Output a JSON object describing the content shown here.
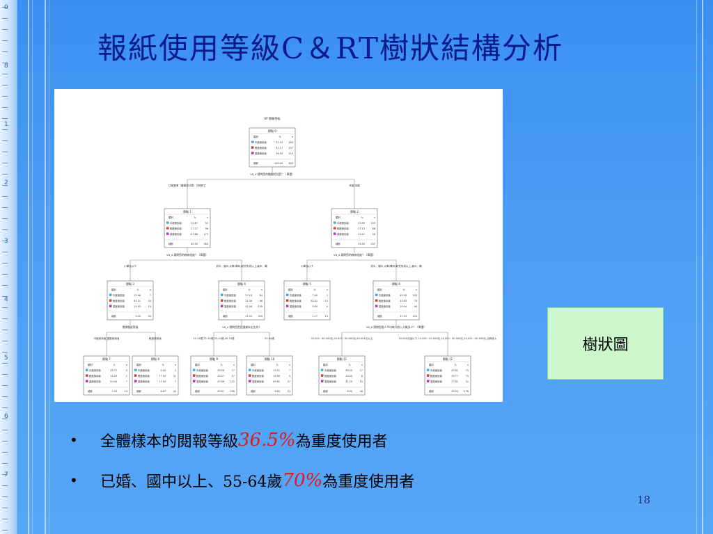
{
  "slide": {
    "title": "報紙使用等級C＆RT樹狀結構分析",
    "label_box": "樹狀圖",
    "page_number": "18",
    "ruler_numbers": [
      "0",
      "8",
      "1",
      "2",
      "3",
      "4",
      "5",
      "6",
      "7"
    ]
  },
  "bullets": [
    {
      "marker": "•",
      "prefix": "全體樣本的閱報等級",
      "highlight": "36.5%",
      "suffix": "為重度使用者"
    },
    {
      "marker": "•",
      "prefix": "已婚、國中以上、55-64歲",
      "highlight": "70%",
      "suffix": "為重度使用者"
    }
  ],
  "legend_colors": {
    "light": "#3fa6e0",
    "medium": "#d63b3b",
    "heavy": "#c026c0"
  },
  "tree": {
    "nodes": [
      {
        "id": 0,
        "title": "節點 0",
        "rows": [
          [
            "中度使用者",
            "32.33",
            "164"
          ],
          [
            "輕度使用者",
            "31.17",
            "157"
          ],
          [
            "重度使用者",
            "36.50",
            "219"
          ]
        ],
        "total": [
          "總數",
          "100.00",
          "600"
        ]
      },
      {
        "id": 1,
        "title": "節點 1",
        "rows": [
          [
            "中度使用者",
            "25.87",
            "91"
          ],
          [
            "輕度使用者",
            "27.27",
            "96"
          ],
          [
            "重度使用者",
            "47.86",
            "173"
          ]
        ],
        "total": [
          "總數",
          "60.50",
          "363"
        ]
      },
      {
        "id": 2,
        "title": "節點 2",
        "rows": [
          [
            "中度使用者",
            "43.46",
            "103"
          ],
          [
            "輕度使用者",
            "37.13",
            "88"
          ],
          [
            "重度使用者",
            "19.41",
            "46"
          ]
        ],
        "total": [
          "總數",
          "39.50",
          "237"
        ]
      },
      {
        "id": 3,
        "title": "節點 3",
        "rows": [
          [
            "中度使用者",
            "12.96",
            "7"
          ],
          [
            "輕度使用者",
            "61.11",
            "33"
          ],
          [
            "重度使用者",
            "25.93",
            "14"
          ]
        ],
        "total": [
          "總數",
          "9.00",
          "54"
        ]
      },
      {
        "id": 4,
        "title": "節點 4",
        "rows": [
          [
            "中度使用者",
            "27.18",
            "84"
          ],
          [
            "輕度使用者",
            "21.36",
            "66"
          ],
          [
            "重度使用者",
            "51.46",
            "159"
          ]
        ],
        "total": [
          "總數",
          "51.50",
          "309"
        ]
      },
      {
        "id": 5,
        "title": "節點 5",
        "rows": [
          [
            "中度使用者",
            "7.69",
            "1"
          ],
          [
            "輕度使用者",
            "92.31",
            "12"
          ],
          [
            "重度使用者",
            "0.00",
            "0"
          ]
        ],
        "total": [
          "總數",
          "2.17",
          "13"
        ]
      },
      {
        "id": 6,
        "title": "節點 6",
        "rows": [
          [
            "中度使用者",
            "45.58",
            "102"
          ],
          [
            "輕度使用者",
            "33.93",
            "76"
          ],
          [
            "重度使用者",
            "20.54",
            "46"
          ]
        ],
        "total": [
          "總數",
          "37.33",
          "224"
        ]
      },
      {
        "id": 7,
        "title": "節點 7",
        "rows": [
          [
            "中度使用者",
            "35.71",
            "5"
          ],
          [
            "輕度使用者",
            "14.29",
            "2"
          ],
          [
            "重度使用者",
            "50.00",
            "7"
          ]
        ],
        "total": [
          "總數",
          "2.33",
          "14"
        ]
      },
      {
        "id": 8,
        "title": "節點 8",
        "rows": [
          [
            "中度使用者",
            "5.00",
            "2"
          ],
          [
            "輕度使用者",
            "77.50",
            "31"
          ],
          [
            "重度使用者",
            "17.50",
            "7"
          ]
        ],
        "total": [
          "總數",
          "6.67",
          "40"
        ]
      },
      {
        "id": 9,
        "title": "節點 9",
        "rows": [
          [
            "中度使用者",
            "30.08",
            "77"
          ],
          [
            "輕度使用者",
            "22.27",
            "57"
          ],
          [
            "重度使用者",
            "47.66",
            "122"
          ]
        ],
        "total": [
          "總數",
          "42.67",
          "256"
        ]
      },
      {
        "id": 10,
        "title": "節點 10",
        "rows": [
          [
            "中度使用者",
            "13.21",
            "7"
          ],
          [
            "輕度使用者",
            "16.98",
            "9"
          ],
          [
            "重度使用者",
            "69.81",
            "37"
          ]
        ],
        "total": [
          "總數",
          "8.83",
          "53"
        ]
      },
      {
        "id": 11,
        "title": "節點 11",
        "rows": [
          [
            "中度使用者",
            "56.25",
            "27"
          ],
          [
            "輕度使用者",
            "12.50",
            "6"
          ],
          [
            "重度使用者",
            "31.25",
            "15"
          ]
        ],
        "total": [
          "總數",
          "8.00",
          "48"
        ]
      },
      {
        "id": 12,
        "title": "節點 12",
        "rows": [
          [
            "中度使用者",
            "42.61",
            "75"
          ],
          [
            "輕度使用者",
            "39.77",
            "70"
          ],
          [
            "重度使用者",
            "17.61",
            "31"
          ]
        ],
        "total": [
          "總數",
          "29.33",
          "176"
        ]
      }
    ],
    "col_headers": [
      "類別",
      "%",
      "n"
    ],
    "root_label": "SP 閱報等級",
    "split_labels": [
      "V6_4 請問您的婚姻狀況是？（單選）",
      "V6_4 請問您的教育程度？（單選）",
      "V6_4 請問您的教育程度？（單選）",
      "閱讀報紙等級",
      "V6_2 請問您是民國幾年出生的？",
      "V6_6 請問您個人平均每月收入大概多少？（單選）"
    ],
    "branch_labels": [
      "已婚當事（離婚或分居）已經死亡",
      "未婚,未婚",
      "小學及以下",
      "初中、國中,大學(專科)研究所或以上,高中、職",
      "小學及以下",
      "初中、國中,大學(專科)研究所或以上,高中、職",
      "中度使用者,重度使用者",
      "輕度使用者",
      "15-24歲,25-34歲,35-44歲,45-54歲",
      "55-64歲",
      "30,001~40,000元,20,001~30,000元,40,001元以上",
      "10,000元及以下,10,001~20,000元,20,001~30,000元,30,001~40,000元,沒有收入"
    ]
  }
}
